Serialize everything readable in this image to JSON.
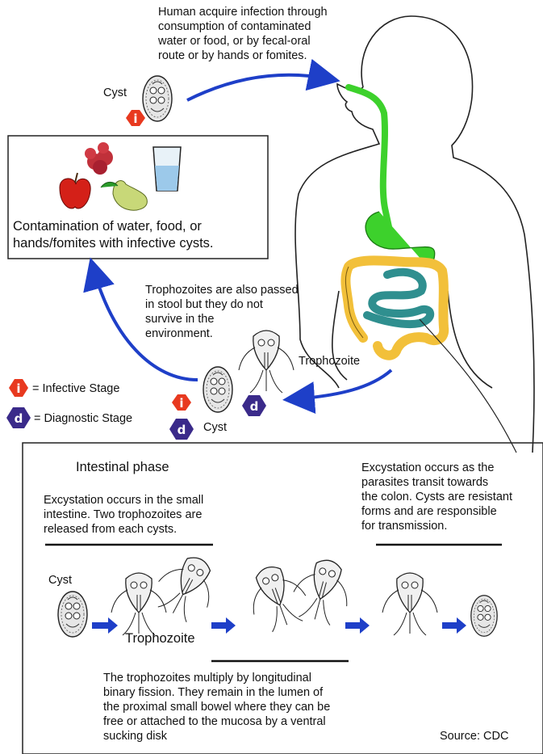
{
  "infection_text": "Human acquire infection through\nconsumption of contaminated\nwater or food, or by fecal-oral\nroute or by hands or fomites.",
  "top_cyst_label": "Cyst",
  "contamination_text": "Contamination of water, food, or\nhands/fomites with infective cysts.",
  "trophozoites_passed_text": "Trophozoites are also passed\nin stool but they do not\nsurvive  in the\nenvironment.",
  "trophozoite_label": "Trophozoite",
  "stool_cyst_label": "Cyst",
  "legend": {
    "infective_letter": "i",
    "infective_label": "= Infective Stage",
    "diagnostic_letter": "d",
    "diagnostic_label": "= Diagnostic Stage"
  },
  "intestinal": {
    "heading": "Intestinal phase",
    "excystation_text": "Excystation occurs in the small\nintestine. Two trophozoites are\nreleased from each cysts.",
    "encystation_text": "Excystation occurs as the\nparasites transit towards\nthe colon. Cysts are resistant\nforms and are responsible\nfor transmission.",
    "cyst_label": "Cyst",
    "trophozoite_label": "Trophozoite",
    "multiply_text": "The trophozoites multiply by longitudinal\nbinary fission.  They remain in the lumen of\nthe proximal small bowel where they can be\nfree or attached to the mucosa by a ventral\nsucking disk",
    "source": "Source: CDC"
  },
  "colors": {
    "arrow": "#1e3fc8",
    "infective_badge": "#e8391f",
    "diagnostic_badge": "#3a2a8a",
    "esophagus_stomach": "#3dd12c",
    "small_intestine": "#2f8f8f",
    "colon": "#f2c03a"
  }
}
